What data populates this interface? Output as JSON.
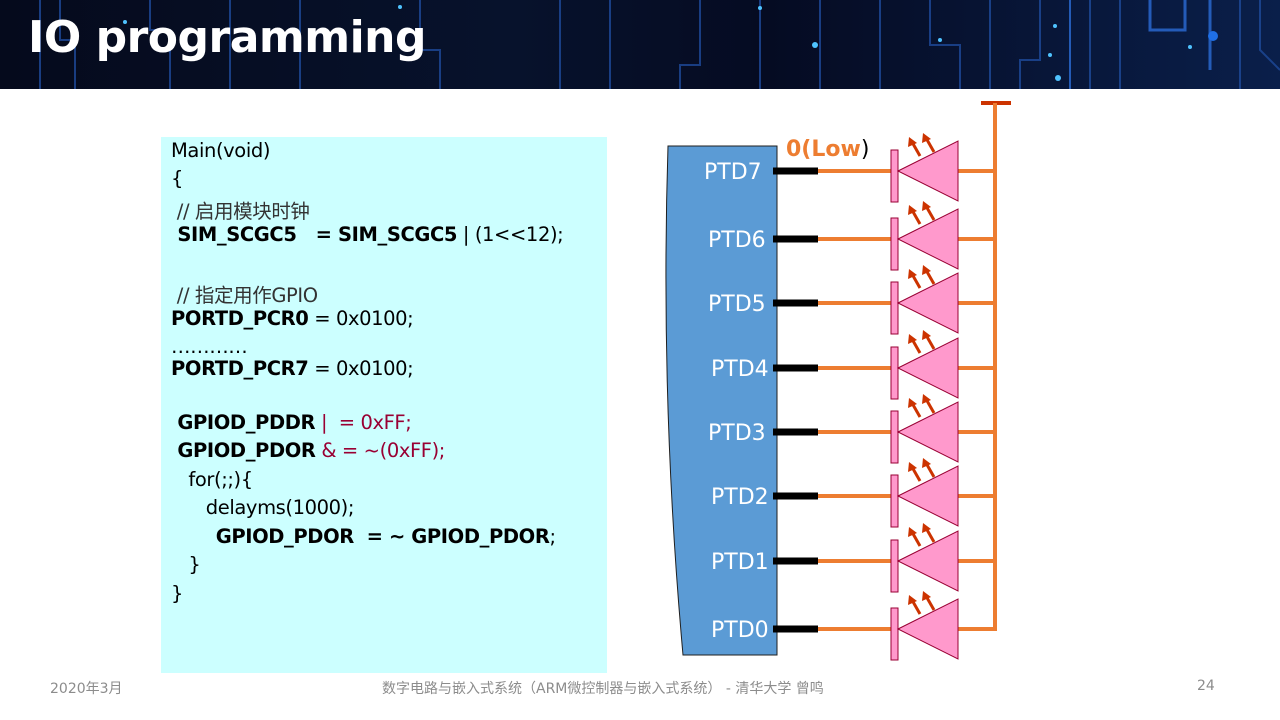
{
  "slide": {
    "title": "IO programming",
    "page_number": "24"
  },
  "code": {
    "lines": [
      {
        "parts": [
          {
            "t": "Main(void)",
            "s": ""
          }
        ]
      },
      {
        "parts": [
          {
            "t": "{",
            "s": ""
          }
        ]
      },
      {
        "parts": [
          {
            "t": " // 启用模块时钟",
            "s": "cmt"
          }
        ]
      },
      {
        "parts": [
          {
            "t": " SIM_SCGC5   = SIM_SCGC5",
            "s": "b"
          },
          {
            "t": " | (1<<12);",
            "s": ""
          }
        ]
      },
      {
        "parts": [
          {
            "t": "",
            "s": ""
          }
        ]
      },
      {
        "parts": [
          {
            "t": " // 指定用作GPIO",
            "s": "cmt"
          }
        ]
      },
      {
        "parts": [
          {
            "t": "PORTD_PCR0",
            "s": "b"
          },
          {
            "t": " = 0x0100;",
            "s": ""
          }
        ]
      },
      {
        "parts": [
          {
            "t": "…………",
            "s": ""
          }
        ]
      },
      {
        "parts": [
          {
            "t": "PORTD_PCR7",
            "s": "b"
          },
          {
            "t": " = 0x0100;",
            "s": ""
          }
        ]
      },
      {
        "parts": [
          {
            "t": "",
            "s": ""
          }
        ]
      },
      {
        "parts": [
          {
            "t": " GPIOD_PDDR",
            "s": "b"
          },
          {
            "t": " |  = 0xFF;",
            "s": "red"
          }
        ]
      },
      {
        "parts": [
          {
            "t": " GPIOD_PDOR",
            "s": "b"
          },
          {
            "t": " & = ~(0xFF);",
            "s": "red"
          }
        ]
      },
      {
        "parts": [
          {
            "t": "   for(;;){",
            "s": ""
          }
        ]
      },
      {
        "parts": [
          {
            "t": "      delayms(1000);",
            "s": ""
          }
        ]
      },
      {
        "parts": [
          {
            "t": "       GPIOD_PDOR  = ~ GPIOD_PDOR",
            "s": "b"
          },
          {
            "t": ";",
            "s": ""
          }
        ]
      },
      {
        "parts": [
          {
            "t": "   }",
            "s": ""
          }
        ]
      },
      {
        "parts": [
          {
            "t": "}",
            "s": ""
          }
        ]
      }
    ]
  },
  "diagram": {
    "level_label_value": "0(Low",
    "level_label_paren": ")",
    "pins": [
      "PTD7",
      "PTD6",
      "PTD5",
      "PTD4",
      "PTD3",
      "PTD2",
      "PTD1",
      "PTD0"
    ],
    "led_count": 8,
    "colors": {
      "chip": "#5b9bd5",
      "wire": "#ed7d31",
      "led_fill": "#ff99cc",
      "led_stroke": "#990033",
      "arrow": "#cc3300",
      "pin_stub": "#000000",
      "code_bg": "#ccffff"
    }
  },
  "footer": {
    "date": "2020年3月",
    "course": "数字电路与嵌入式系统（ARM微控制器与嵌入式系统） -  清华大学 曾鸣",
    "page": "24"
  }
}
